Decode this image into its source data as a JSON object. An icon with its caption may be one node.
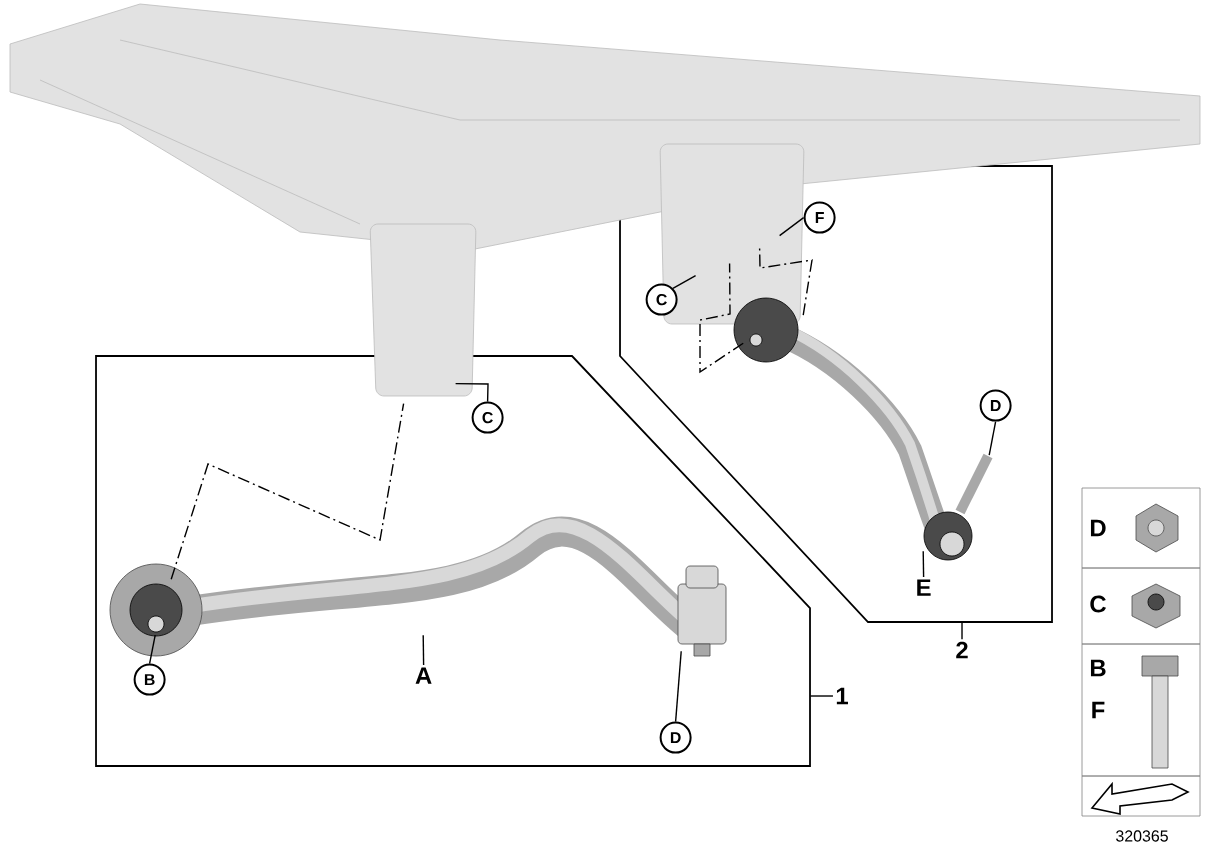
{
  "diagram": {
    "nodes": [
      {
        "text": [],
        "shape": "box"
      },
      {
        "text": [],
        "shape": "box"
      },
      {
        "text": [],
        "shape": "picture"
      },
      {
        "text": [],
        "shape": "picture",
        "in": 0
      },
      {
        "text": [],
        "shape": "picture",
        "in": 1
      },
      {
        "text": [
          "C"
        ],
        "in": 0
      },
      {
        "text": [
          "B"
        ],
        "in": 0
      },
      {
        "text": [
          "A"
        ],
        "in": 0
      },
      {
        "text": [
          "D"
        ],
        "in": 0
      },
      {
        "text": [
          "1"
        ]
      },
      {
        "text": [
          "C"
        ],
        "in": 1
      },
      {
        "text": [
          "F"
        ],
        "in": 1
      },
      {
        "text": [
          "D"
        ],
        "in": 1
      },
      {
        "text": [
          "E"
        ],
        "in": 1
      },
      {
        "text": [
          "2"
        ]
      }
    ],
    "edges": [
      {
        "from": 5,
        "to": 2,
        "arrow": "none"
      },
      {
        "from": 6,
        "to": 3,
        "arrow": "none"
      },
      {
        "from": 7,
        "to": 3,
        "arrow": "none"
      },
      {
        "from": 8,
        "to": 3,
        "arrow": "none"
      },
      {
        "from": 9,
        "to": 0,
        "arrow": "none"
      },
      {
        "from": 10,
        "to": 2,
        "arrow": "none"
      },
      {
        "from": 11,
        "to": 2,
        "arrow": "none"
      },
      {
        "from": 12,
        "to": 4,
        "arrow": "none"
      },
      {
        "from": 13,
        "to": 4,
        "arrow": "none"
      },
      {
        "from": 14,
        "to": 1,
        "arrow": "none"
      },
      {
        "from": 3,
        "to": 2,
        "arrow": "none",
        "style": "dashed"
      },
      {
        "from": 4,
        "to": 2,
        "arrow": "none",
        "style": "dashed"
      },
      {
        "from": 4,
        "to": 2,
        "arrow": "none",
        "style": "dashed"
      }
    ],
    "labels": [
      "D",
      "C",
      "B",
      "F",
      "320365"
    ]
  }
}
